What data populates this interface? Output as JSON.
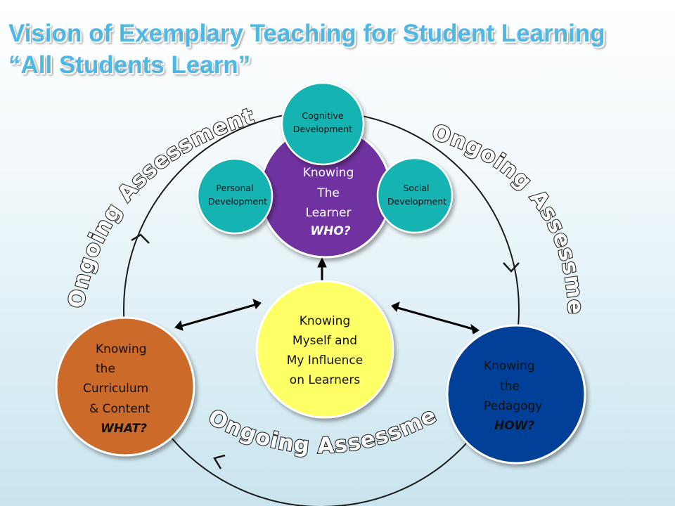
{
  "title": {
    "line1": "Vision of Exemplary Teaching for Student Learning",
    "line2": "“All Students Learn”"
  },
  "ring": {
    "label_left": "Ongoing Assessment",
    "label_right": "Ongoing Assessment",
    "label_bottom": "Ongoing Assessment"
  },
  "nodes": {
    "learner": {
      "line1": "Knowing",
      "line2": "The",
      "line3": "Learner",
      "question": "WHO?",
      "color": "#7030a0"
    },
    "cognitive": {
      "line1": "Cognitive",
      "line2": "Development",
      "color": "#15b3b3"
    },
    "personal": {
      "line1": "Personal",
      "line2": "Development",
      "color": "#15b3b3"
    },
    "social": {
      "line1": "Social",
      "line2": "Development",
      "color": "#15b3b3"
    },
    "myself": {
      "line1": "Knowing",
      "line2": "Myself and",
      "line3": "My Influence",
      "line4": "on Learners",
      "color": "#ffff66"
    },
    "curriculum": {
      "line1": "Knowing",
      "line2": "the",
      "line3": "Curriculum",
      "line4": "& Content",
      "question": "WHAT?",
      "color": "#cc6a2c"
    },
    "pedagogy": {
      "line1": "Knowing",
      "line2": "the",
      "line3": "Pedagogy",
      "question": "HOW?",
      "color": "#003f99"
    }
  }
}
